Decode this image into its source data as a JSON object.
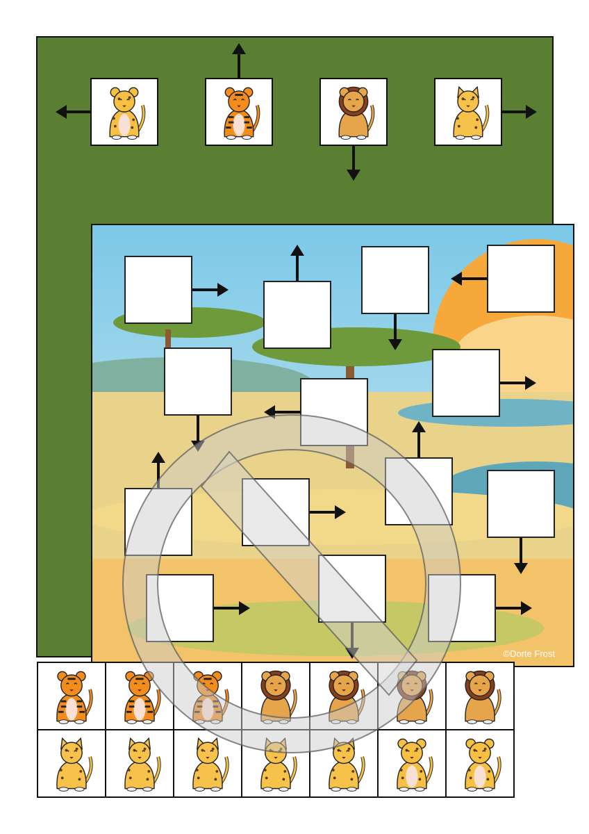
{
  "copyright": "©Dorte Frost",
  "colors": {
    "panel": "#5a7e32",
    "leopard": "#f6c143",
    "tiger": "#f28c1c",
    "lion_body": "#e6a54b",
    "lion_mane": "#8b3f16",
    "cheetah": "#f7c24a"
  },
  "top_cards": [
    {
      "animal": "leopard",
      "arrow": "left"
    },
    {
      "animal": "tiger",
      "arrow": "up"
    },
    {
      "animal": "lion",
      "arrow": "down"
    },
    {
      "animal": "cheetah",
      "arrow": "right"
    }
  ],
  "scene_boxes": [
    {
      "arrow": "right"
    },
    {
      "arrow": "up"
    },
    {
      "arrow": "down"
    },
    {
      "arrow": "left"
    },
    {
      "arrow": "down"
    },
    {
      "arrow": "left"
    },
    {
      "arrow": "right"
    },
    {
      "arrow": "up"
    },
    {
      "arrow": "right"
    },
    {
      "arrow": "up"
    },
    {
      "arrow": "down"
    },
    {
      "arrow": "right"
    },
    {
      "arrow": "down"
    },
    {
      "arrow": "right"
    }
  ],
  "cutout_cards": [
    [
      "tiger",
      "tiger",
      "tiger",
      "lion",
      "lion",
      "lion",
      "lion"
    ],
    [
      "cheetah",
      "cheetah",
      "cheetah",
      "cheetah",
      "cheetah",
      "leopard",
      "leopard"
    ]
  ]
}
